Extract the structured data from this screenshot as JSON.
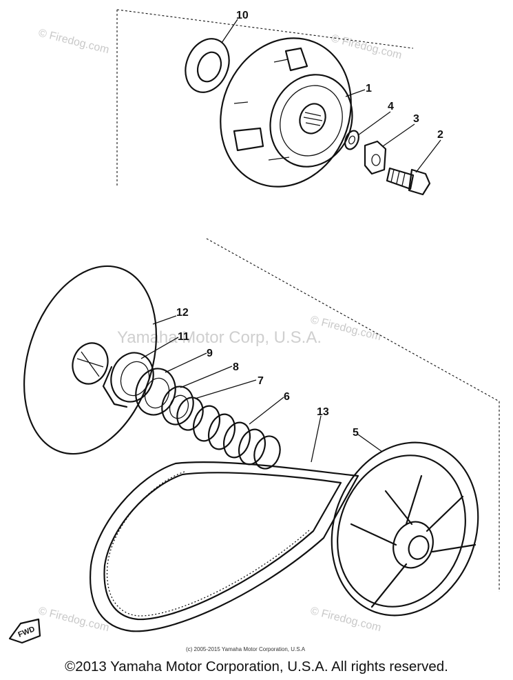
{
  "diagram": {
    "callouts": {
      "p1": "1",
      "p2": "2",
      "p3": "3",
      "p4": "4",
      "p5": "5",
      "p6": "6",
      "p7": "7",
      "p8": "8",
      "p9": "9",
      "p10": "10",
      "p11": "11",
      "p12": "12",
      "p13": "13"
    },
    "direction_badge": "FWD",
    "small_credit": "(c) 2005-2015 Yamaha Motor Corporation, U.S.A"
  },
  "watermarks": {
    "site": "© Firedog.com",
    "center": "Yamaha Motor Corp, U.S.A."
  },
  "footer": {
    "copyright": "©2013 Yamaha Motor Corporation, U.S.A. All rights reserved."
  }
}
